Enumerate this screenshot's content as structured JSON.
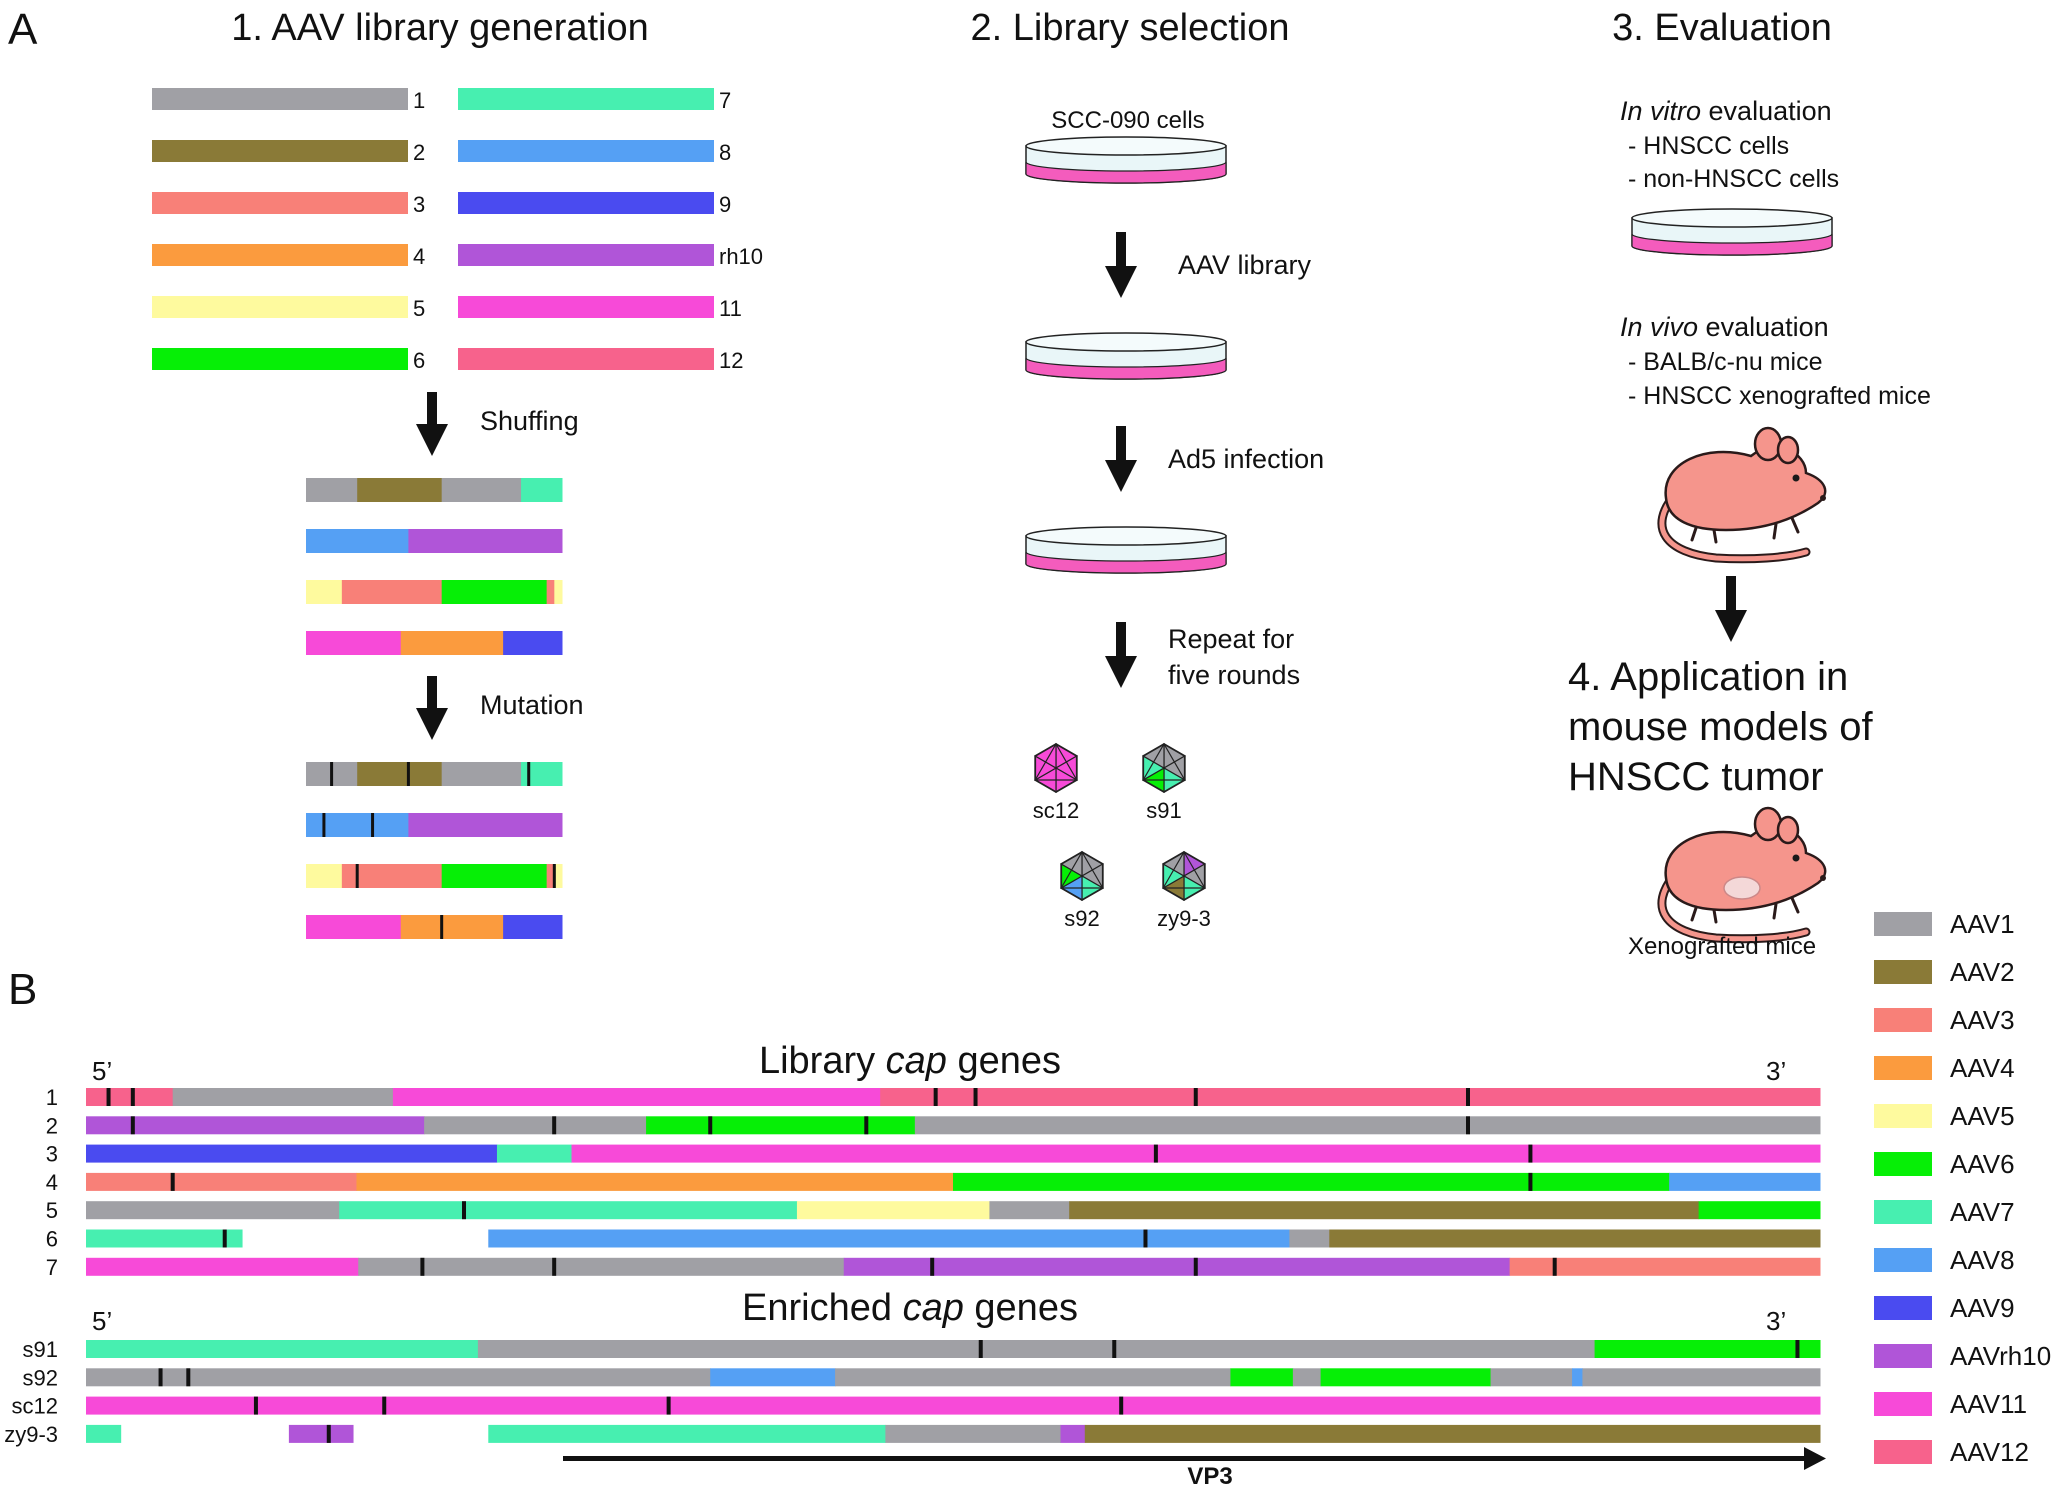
{
  "colors": {
    "AAV1": "#a0a0a5",
    "AAV2": "#8a7a37",
    "AAV3": "#f88078",
    "AAV4": "#fb9b3e",
    "AAV5": "#fefa9e",
    "AAV6": "#06ef06",
    "AAV7": "#47efb0",
    "AAV8": "#55a0f4",
    "AAV9": "#4a4bf0",
    "AAVrh10": "#b055d8",
    "AAV11": "#f74ad8",
    "AAV12": "#f7628c",
    "dish_liquid": "#f45cbd",
    "dish_glass": "#e9f6f8",
    "mouse_body": "#f5958c"
  },
  "panel_a": {
    "label": "A",
    "section1_title": "1. AAV library generation",
    "section2_title": "2. Library selection",
    "section3_title": "3. Evaluation",
    "section4_title_lines": [
      "4. Application in",
      "mouse models of",
      "HNSCC tumor"
    ],
    "serotype_bars": [
      {
        "label": "1",
        "color": "AAV1"
      },
      {
        "label": "2",
        "color": "AAV2"
      },
      {
        "label": "3",
        "color": "AAV3"
      },
      {
        "label": "4",
        "color": "AAV4"
      },
      {
        "label": "5",
        "color": "AAV5"
      },
      {
        "label": "6",
        "color": "AAV6"
      },
      {
        "label": "7",
        "color": "AAV7"
      },
      {
        "label": "8",
        "color": "AAV8"
      },
      {
        "label": "9",
        "color": "AAV9"
      },
      {
        "label": "rh10",
        "color": "AAVrh10"
      },
      {
        "label": "11",
        "color": "AAV11"
      },
      {
        "label": "12",
        "color": "AAV12"
      }
    ],
    "shuffling_label": "Shuffing",
    "mutation_label": "Mutation",
    "shuffled_bars": [
      [
        [
          "AAV1",
          0.2
        ],
        [
          "AAV2",
          0.33
        ],
        [
          "AAV1",
          0.31
        ],
        [
          "AAV7",
          0.16
        ]
      ],
      [
        [
          "AAV8",
          0.4
        ],
        [
          "AAVrh10",
          0.6
        ]
      ],
      [
        [
          "AAV5",
          0.14
        ],
        [
          "AAV3",
          0.39
        ],
        [
          "AAV6",
          0.41
        ],
        [
          "AAV3",
          0.03
        ],
        [
          "AAV5",
          0.03
        ]
      ],
      [
        [
          "AAV11",
          0.37
        ],
        [
          "AAV4",
          0.4
        ],
        [
          "AAV9",
          0.23
        ]
      ]
    ],
    "mutated_marks": [
      [
        0.1,
        0.4,
        0.87
      ],
      [
        0.07,
        0.26
      ],
      [
        0.2,
        0.97
      ],
      [
        0.53
      ]
    ],
    "selection": {
      "cells_label": "SCC-090 cells",
      "step_labels": [
        "AAV library",
        "Ad5 infection"
      ],
      "repeat_label_lines": [
        "Repeat for",
        "five rounds"
      ],
      "capsids": [
        {
          "label": "sc12",
          "faces": [
            "AAV11",
            "AAV11",
            "AAV11",
            "AAV11",
            "AAV11",
            "AAV11"
          ]
        },
        {
          "label": "s91",
          "faces": [
            "AAV1",
            "AAV1",
            "AAV7",
            "AAV6",
            "AAV7",
            "AAV1"
          ]
        },
        {
          "label": "s92",
          "faces": [
            "AAV1",
            "AAV1",
            "AAV7",
            "AAV8",
            "AAV6",
            "AAV1"
          ]
        },
        {
          "label": "zy9-3",
          "faces": [
            "AAVrh10",
            "AAV1",
            "AAV7",
            "AAV2",
            "AAV7",
            "AAV1"
          ]
        }
      ]
    },
    "evaluation": {
      "in_vitro_italic": "In vitro",
      "in_vitro_rest": " evaluation",
      "in_vitro_items": [
        "- HNSCC cells",
        "- non-HNSCC cells"
      ],
      "in_vivo_italic": "In vivo",
      "in_vivo_rest": " evaluation",
      "in_vivo_items": [
        "- BALB/c-nu mice",
        "- HNSCC xenografted mice"
      ],
      "xenograft_label": "Xenografted mice"
    }
  },
  "panel_b": {
    "label": "B",
    "library_title_pre": "Library ",
    "library_title_italic": "cap",
    "library_title_post": " genes",
    "enriched_title_pre": "Enriched ",
    "enriched_title_italic": "cap",
    "enriched_title_post": " genes",
    "five_prime": "5’",
    "three_prime": "3’",
    "vp3_label": "VP3",
    "library_rows": [
      {
        "label": "1",
        "segments": [
          [
            "AAV12",
            0,
            0.05
          ],
          [
            "AAV1",
            0.05,
            0.177
          ],
          [
            "AAV11",
            0.177,
            0.458
          ],
          [
            "AAV12",
            0.458,
            1
          ]
        ],
        "marks": [
          0.013,
          0.027,
          0.49,
          0.513,
          0.64,
          0.797
        ]
      },
      {
        "label": "2",
        "segments": [
          [
            "AAVrh10",
            0,
            0.195
          ],
          [
            "AAV1",
            0.195,
            0.323
          ],
          [
            "AAV6",
            0.323,
            0.478
          ],
          [
            "AAV1",
            0.478,
            1
          ]
        ],
        "marks": [
          0.027,
          0.27,
          0.36,
          0.45,
          0.797
        ]
      },
      {
        "label": "3",
        "segments": [
          [
            "AAV9",
            0,
            0.237
          ],
          [
            "AAV7",
            0.237,
            0.28
          ],
          [
            "AAV11",
            0.28,
            1
          ]
        ],
        "marks": [
          0.617,
          0.833
        ]
      },
      {
        "label": "4",
        "segments": [
          [
            "AAV3",
            0,
            0.156
          ],
          [
            "AAV4",
            0.156,
            0.5
          ],
          [
            "AAV6",
            0.5,
            0.913
          ],
          [
            "AAV8",
            0.913,
            1
          ]
        ],
        "marks": [
          0.05,
          0.833
        ]
      },
      {
        "label": "5",
        "segments": [
          [
            "AAV1",
            0,
            0.146
          ],
          [
            "AAV7",
            0.146,
            0.41
          ],
          [
            "AAV5",
            0.41,
            0.521
          ],
          [
            "AAV1",
            0.521,
            0.567
          ],
          [
            "AAV2",
            0.567,
            0.93
          ],
          [
            "AAV6",
            0.93,
            1
          ]
        ],
        "marks": [
          0.218
        ]
      },
      {
        "label": "6",
        "segments": [
          [
            "AAV7",
            0,
            0.09
          ],
          [
            "AAV8",
            0.232,
            0.694
          ],
          [
            "AAV1",
            0.694,
            0.717
          ],
          [
            "AAV2",
            0.717,
            1
          ]
        ],
        "marks": [
          0.08,
          0.611
        ]
      },
      {
        "label": "7",
        "segments": [
          [
            "AAV11",
            0,
            0.157
          ],
          [
            "AAV1",
            0.157,
            0.437
          ],
          [
            "AAVrh10",
            0.437,
            0.821
          ],
          [
            "AAV3",
            0.821,
            1
          ]
        ],
        "marks": [
          0.194,
          0.27,
          0.488,
          0.64,
          0.847
        ]
      }
    ],
    "enriched_rows": [
      {
        "label": "s91",
        "segments": [
          [
            "AAV7",
            0,
            0.226
          ],
          [
            "AAV1",
            0.226,
            0.87
          ],
          [
            "AAV6",
            0.87,
            1
          ]
        ],
        "marks": [
          0.516,
          0.593,
          0.987
        ]
      },
      {
        "label": "s92",
        "segments": [
          [
            "AAV1",
            0,
            0.36
          ],
          [
            "AAV8",
            0.36,
            0.432
          ],
          [
            "AAV1",
            0.432,
            0.66
          ],
          [
            "AAV6",
            0.66,
            0.696
          ],
          [
            "AAV1",
            0.696,
            0.712
          ],
          [
            "AAV6",
            0.712,
            0.81
          ],
          [
            "AAV1",
            0.81,
            0.857
          ],
          [
            "AAV8",
            0.857,
            0.863
          ],
          [
            "AAV1",
            0.863,
            1
          ]
        ],
        "marks": [
          0.043,
          0.059
        ]
      },
      {
        "label": "sc12",
        "segments": [
          [
            "AAV11",
            0,
            1
          ]
        ],
        "marks": [
          0.098,
          0.172,
          0.336,
          0.597
        ]
      },
      {
        "label": "zy9-3",
        "segments": [
          [
            "AAV7",
            0,
            0.02
          ],
          [
            "AAVrh10",
            0.117,
            0.154
          ],
          [
            "AAV7",
            0.232,
            0.461
          ],
          [
            "AAV1",
            0.461,
            0.562
          ],
          [
            "AAVrh10",
            0.562,
            0.576
          ],
          [
            "AAV2",
            0.576,
            1
          ]
        ],
        "marks": [
          0.14
        ]
      }
    ],
    "legend": [
      {
        "label": "AAV1",
        "color": "AAV1"
      },
      {
        "label": "AAV2",
        "color": "AAV2"
      },
      {
        "label": "AAV3",
        "color": "AAV3"
      },
      {
        "label": "AAV4",
        "color": "AAV4"
      },
      {
        "label": "AAV5",
        "color": "AAV5"
      },
      {
        "label": "AAV6",
        "color": "AAV6"
      },
      {
        "label": "AAV7",
        "color": "AAV7"
      },
      {
        "label": "AAV8",
        "color": "AAV8"
      },
      {
        "label": "AAV9",
        "color": "AAV9"
      },
      {
        "label": "AAVrh10",
        "color": "AAVrh10"
      },
      {
        "label": "AAV11",
        "color": "AAV11"
      },
      {
        "label": "AAV12",
        "color": "AAV12"
      }
    ]
  }
}
